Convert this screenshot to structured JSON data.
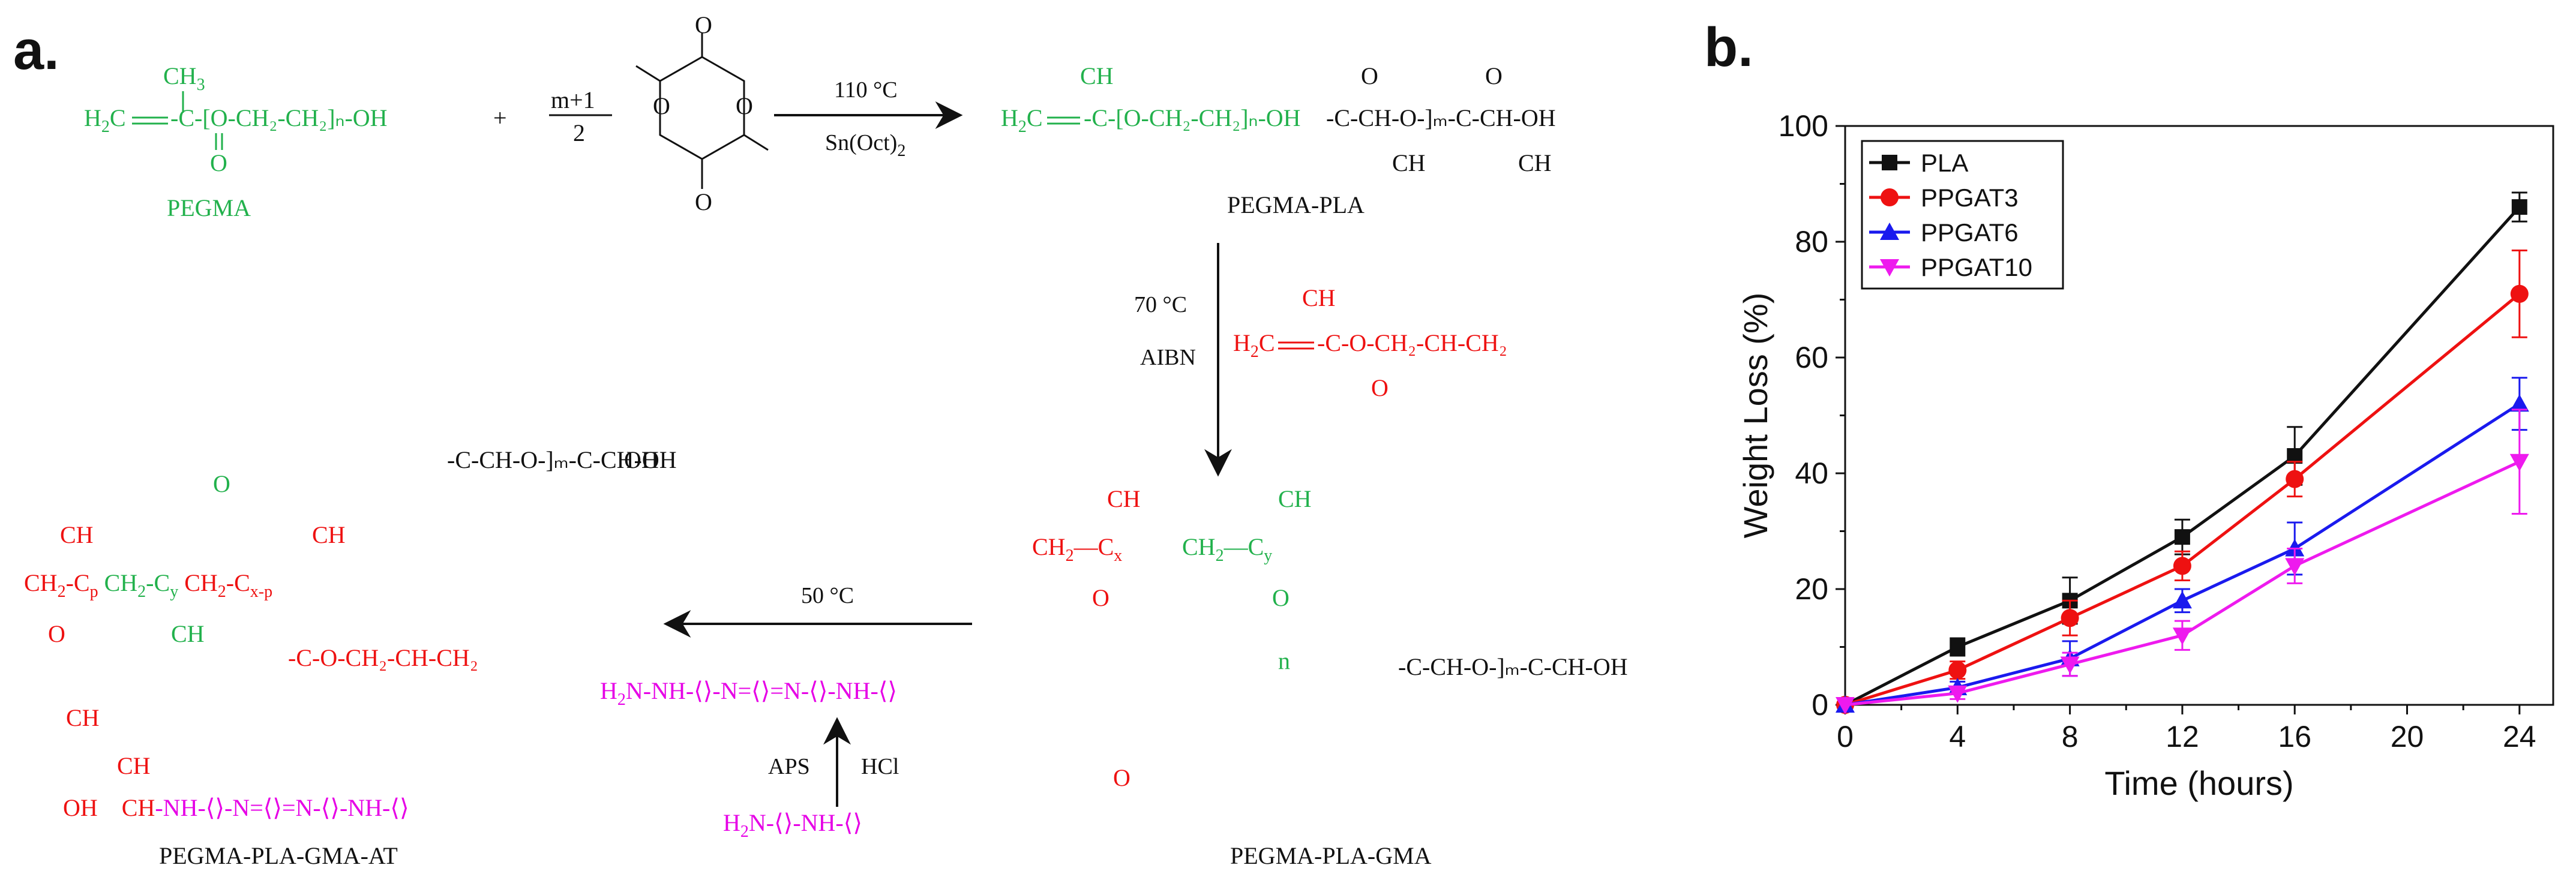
{
  "panel_a": {
    "label": "a.",
    "compound_names": {
      "pegma": "PEGMA",
      "pegma_pla": "PEGMA-PLA",
      "pegma_pla_gma": "PEGMA-PLA-GMA",
      "pegma_pla_gma_at": "PEGMA-PLA-GMA-AT"
    },
    "coefficient": {
      "numerator": "m+1",
      "denominator": "2"
    },
    "plus": "+",
    "conditions": {
      "step1_top": "110 °C",
      "step1_bottom": "Sn(Oct)",
      "step1_bottom_sub": "2",
      "step2_temp": "70 °C",
      "step2_initiator": "AIBN",
      "step3_temp": "50 °C",
      "aniline_oxidant": "APS",
      "aniline_acid": "HCl"
    },
    "formula_text": {
      "ch3": "CH",
      "three": "3",
      "h2c": "H",
      "two": "2",
      "c": "C",
      "o": "O",
      "oh": "OH",
      "ch": "CH",
      "ch2": "CH",
      "nh": "NH",
      "n": "N",
      "h2n": "H",
      "eq": "=",
      "n_sub": "n",
      "m_sub": "m",
      "x_sub": "x",
      "y_sub": "y",
      "p_sub": "p",
      "xp_sub": "x-p",
      "pegma_formula": "-C-[O-CH₂-CH₂]ₙ-OH",
      "pla_chain": "-C-CH-O-]ₘ-C-CH-OH",
      "gma_formula": "-C-O-CH₂-CH-CH₂",
      "at_chain": "-NH-⟨⟩-N=⟨⟩=N-⟨⟩-NH-⟨⟩"
    },
    "colors": {
      "pegma": "#22b14c",
      "gma": "#ee1111",
      "aniline": "#e600e6",
      "pla": "#111111"
    }
  },
  "panel_b": {
    "label": "b."
  },
  "chart_data": {
    "type": "line",
    "title": "",
    "xlabel": "Time (hours)",
    "ylabel": "Weight Loss (%)",
    "x": [
      0,
      4,
      8,
      12,
      16,
      24
    ],
    "xlim": [
      0,
      25.2
    ],
    "ylim": [
      0,
      100
    ],
    "xticks": [
      0,
      4,
      8,
      12,
      16,
      20,
      24
    ],
    "yticks": [
      0,
      20,
      40,
      60,
      80,
      100
    ],
    "grid": false,
    "legend_position": "top-left",
    "series": [
      {
        "name": "PLA",
        "color": "#111111",
        "marker": "square",
        "values": [
          0,
          10,
          18,
          29,
          43,
          86
        ],
        "errors": [
          0,
          1.5,
          4,
          3,
          5,
          2.5
        ]
      },
      {
        "name": "PPGAT3",
        "color": "#ee1111",
        "marker": "circle",
        "values": [
          0,
          6,
          15,
          24,
          39,
          71
        ],
        "errors": [
          0,
          1.5,
          3,
          2.5,
          3,
          7.5
        ]
      },
      {
        "name": "PPGAT6",
        "color": "#1a1aee",
        "marker": "triangle-up",
        "values": [
          0,
          3,
          8,
          18,
          27,
          52
        ],
        "errors": [
          0,
          1,
          3,
          2,
          4.5,
          4.5
        ]
      },
      {
        "name": "PPGAT10",
        "color": "#ee1aee",
        "marker": "triangle-down",
        "values": [
          0,
          2,
          7,
          12,
          24,
          42
        ],
        "errors": [
          0,
          1,
          2,
          2.5,
          3,
          9
        ]
      }
    ]
  }
}
